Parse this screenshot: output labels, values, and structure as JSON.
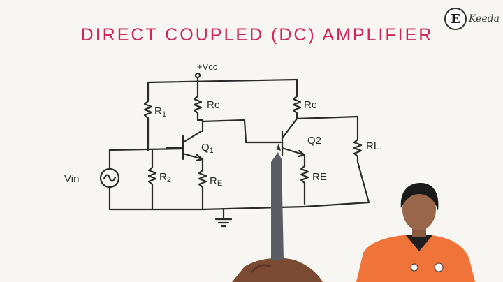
{
  "title": "DIRECT COUPLED (DC) AMPLIFIER",
  "brand": {
    "mark": "E",
    "word": "Keeda"
  },
  "labels": {
    "vcc": "+Vcc",
    "r1": "R",
    "r1_sub": "1",
    "r2": "R",
    "r2_sub": "2",
    "rc1": "Rc",
    "re1": "R",
    "re1_sub": "E",
    "q1": "Q",
    "q1_sub": "1",
    "rc2": "Rc",
    "re2": "RE",
    "q2": "Q2",
    "rl": "RL.",
    "vin": "Vin"
  },
  "colors": {
    "title": "#d0245a",
    "ink": "#2a2a2a",
    "board": "#f7f6f2",
    "presenter_shirt": "#f0743a",
    "pen": "#5a5d61",
    "hand": "#7a4a33"
  }
}
